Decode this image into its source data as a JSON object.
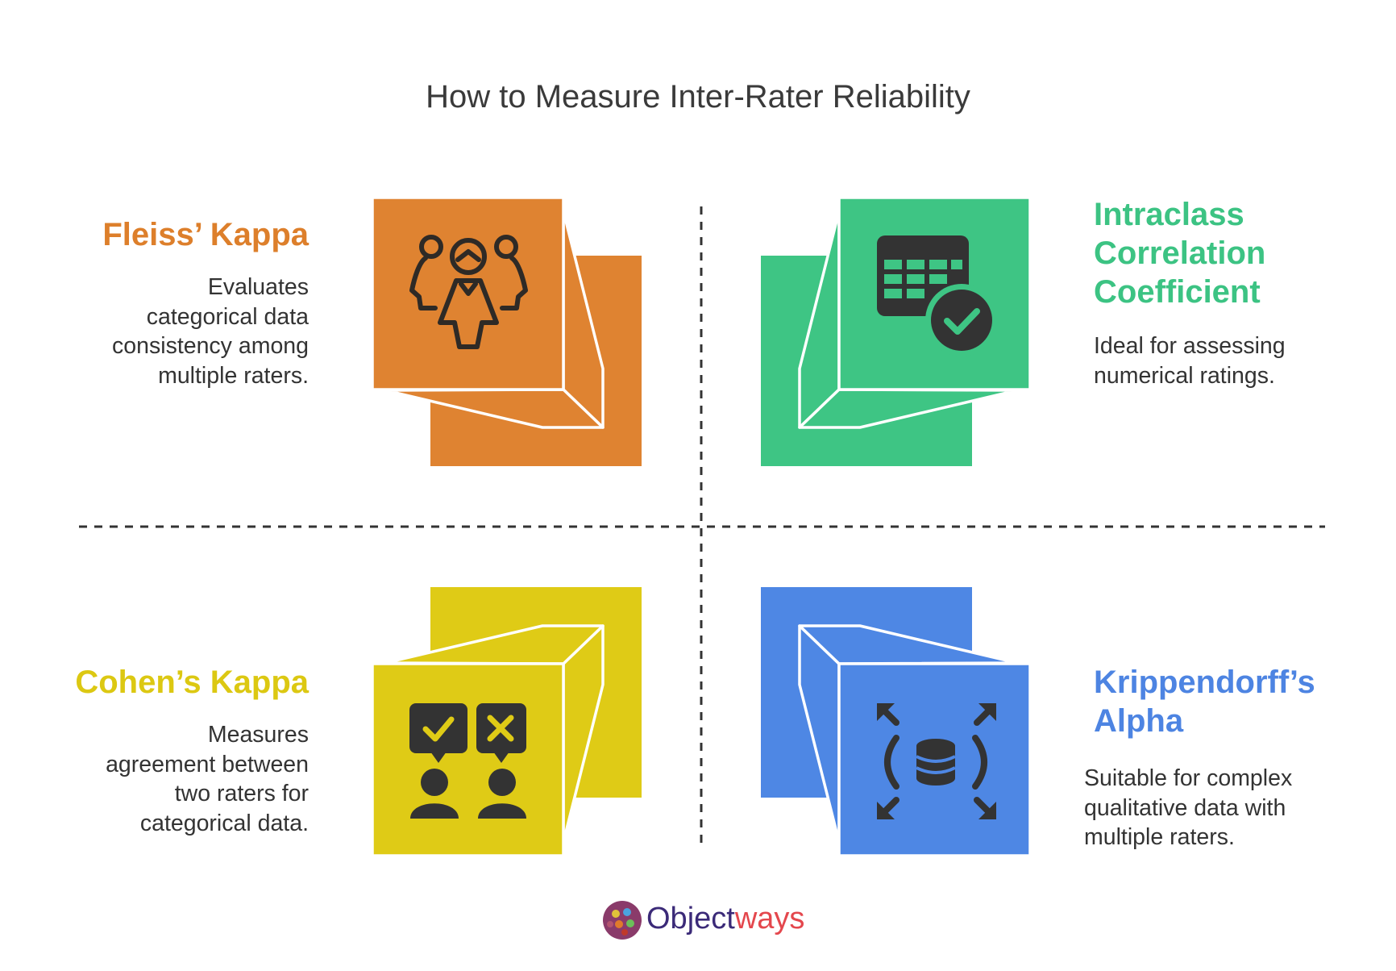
{
  "title": "How to Measure Inter-Rater Reliability",
  "colors": {
    "orange": "#DF8331",
    "green": "#3EC584",
    "yellow": "#DFCB16",
    "blue": "#4E87E4",
    "text": "#333333"
  },
  "quadrants": [
    {
      "id": "fleiss",
      "heading_lines": [
        "Fleiss’ Kappa"
      ],
      "description_lines": [
        "Evaluates",
        "categorical data",
        "consistency among",
        "multiple raters."
      ],
      "icon": "group-people-icon"
    },
    {
      "id": "icc",
      "heading_lines": [
        "Intraclass",
        "Correlation",
        "Coefficient"
      ],
      "description_lines": [
        "Ideal for assessing",
        "numerical ratings."
      ],
      "icon": "table-check-icon"
    },
    {
      "id": "cohen",
      "heading_lines": [
        "Cohen’s Kappa"
      ],
      "description_lines": [
        "Measures",
        "agreement between",
        "two raters for",
        "categorical data."
      ],
      "icon": "two-raters-agree-disagree-icon"
    },
    {
      "id": "krippendorff",
      "heading_lines": [
        "Krippendorff’s",
        "Alpha"
      ],
      "description_lines": [
        "Suitable for complex",
        "qualitative data with",
        "multiple raters."
      ],
      "icon": "database-expand-icon"
    }
  ],
  "logo": {
    "part1": "Object",
    "part2": "ways"
  }
}
